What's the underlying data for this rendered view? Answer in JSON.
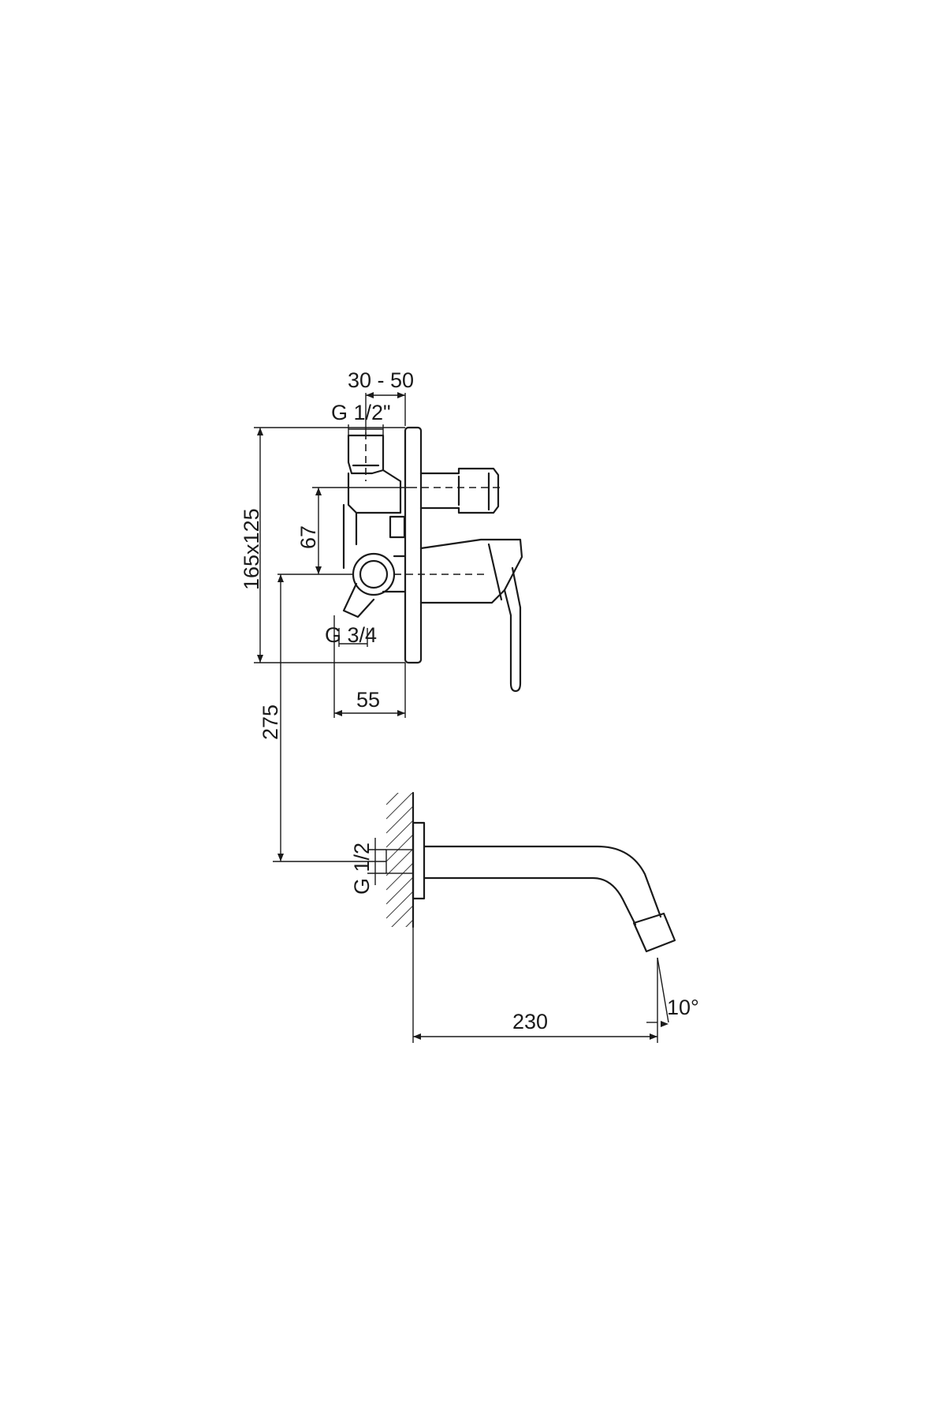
{
  "dimensions": {
    "thread_range": "30 - 50",
    "inlet_thread": "G 1/2\"",
    "body_size": "165x125",
    "spacing": "67",
    "outlet_thread": "G 3/4",
    "depth": "55",
    "height_to_spout": "275",
    "spout_thread": "G 1/2",
    "spout_length": "230",
    "spout_angle": "10°"
  }
}
